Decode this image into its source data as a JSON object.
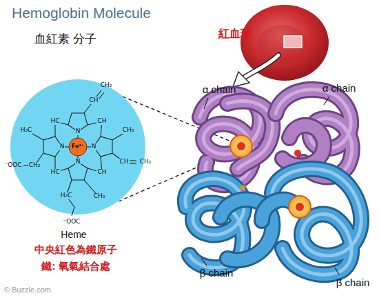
{
  "diagram": {
    "title": "Hemoglobin Molecule",
    "labels": [
      "血紅素 分子",
      "紅血球",
      "α chain",
      "α chain",
      "β chain",
      "β chain",
      "Fe²⁺",
      "N",
      "N",
      "N",
      "N",
      "HC",
      "CH",
      "CH",
      "HC",
      "CH",
      "CH₂",
      "CH₃",
      "CH",
      "CH₂",
      "H₃C",
      "CH₂",
      "⁻OOC",
      "H₂C",
      "CH₃",
      "⁻OOC",
      "Heme",
      "中央紅色為鐵原子",
      "鐵: 氧氣結合處",
      "© Buzzle.com"
    ]
  }
}
